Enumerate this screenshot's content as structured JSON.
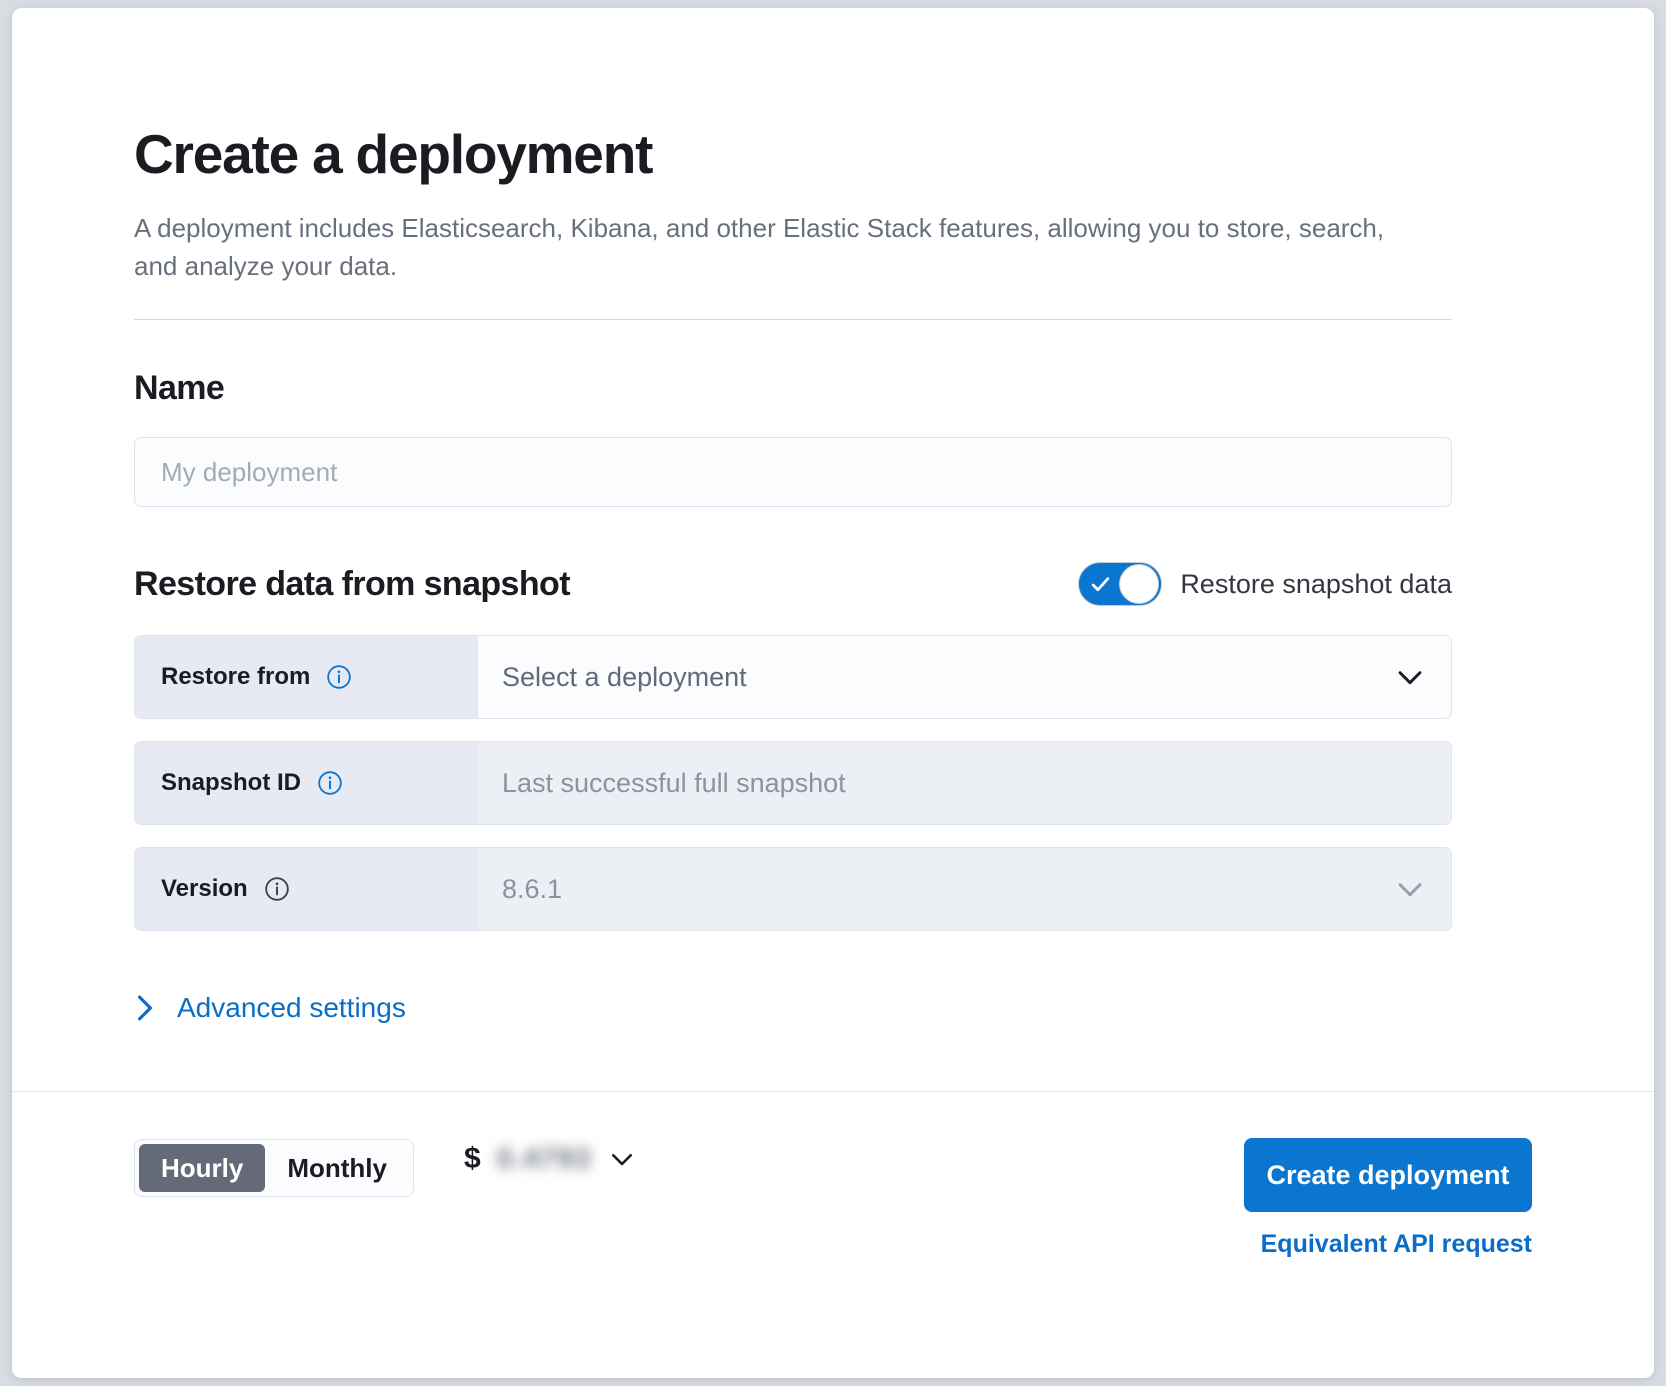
{
  "page": {
    "title": "Create a deployment",
    "subtitle": "A deployment includes Elasticsearch, Kibana, and other Elastic Stack features, allowing you to store, search, and analyze your data."
  },
  "name_section": {
    "heading": "Name",
    "placeholder": "My deployment",
    "value": ""
  },
  "restore_section": {
    "heading": "Restore data from snapshot",
    "toggle_label": "Restore snapshot data",
    "toggle_on": true,
    "rows": [
      {
        "label": "Restore from",
        "value": "Select a deployment",
        "state": "active",
        "control": "dropdown",
        "info_icon": "info-icon"
      },
      {
        "label": "Snapshot ID",
        "value": "Last successful full snapshot",
        "state": "disabled",
        "control": "text",
        "info_icon": "info-icon"
      },
      {
        "label": "Version",
        "value": "8.6.1",
        "state": "disabled",
        "control": "dropdown",
        "info_icon": "info-icon"
      }
    ],
    "advanced_label": "Advanced settings",
    "advanced_icon": "chevron-right-icon"
  },
  "footer": {
    "billing_options": [
      "Hourly",
      "Monthly"
    ],
    "billing_selected": "Hourly",
    "currency_symbol": "$",
    "price_amount": "0.4793",
    "price_chevron_icon": "chevron-down-icon",
    "create_button": "Create deployment",
    "api_link": "Equivalent API request"
  },
  "colors": {
    "accent": "#0b76d0",
    "link": "#0b6dc7",
    "segment_selected_bg": "#646a77",
    "label_bg": "#e7eaf2",
    "disabled_field_bg": "#eceff4"
  }
}
